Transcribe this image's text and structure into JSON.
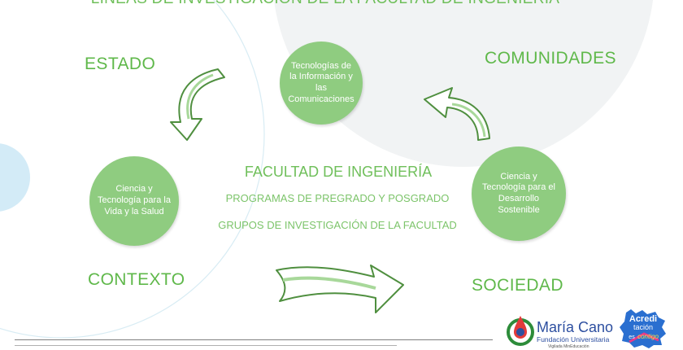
{
  "title": "LÍNEAS DE INVESTIGACIÓN DE LA FACULTAD DE INGENIERÍA",
  "labels": {
    "estado": "ESTADO",
    "comunidades": "COMUNIDADES",
    "contexto": "CONTEXTO",
    "sociedad": "SOCIEDAD"
  },
  "circles": {
    "tic": "Tecnologías de la Información y las Comunicaciones",
    "vida": "Ciencia y Tecnología para la Vida y la Salud",
    "desarrollo": "Ciencia y Tecnología para el Desarrollo Sostenible"
  },
  "center": {
    "title": "FACULTAD DE INGENIERÍA",
    "programs": "PROGRAMAS DE PREGRADO Y POSGRADO",
    "groups": "GRUPOS DE INVESTIGACIÓN DE LA FACULTAD"
  },
  "logo": {
    "name": "María Cano",
    "subtitle": "Fundación Universitaria",
    "vigilada": "Vigilada MinEducación",
    "badge_line1": "Acredi",
    "badge_line2": "tación",
    "badge_line3": "es",
    "badge_line4": "contigo"
  },
  "colors": {
    "accent_green": "#6fbf5a",
    "circle_fill": "#8fcc80",
    "logo_blue": "#2d4fa0"
  }
}
